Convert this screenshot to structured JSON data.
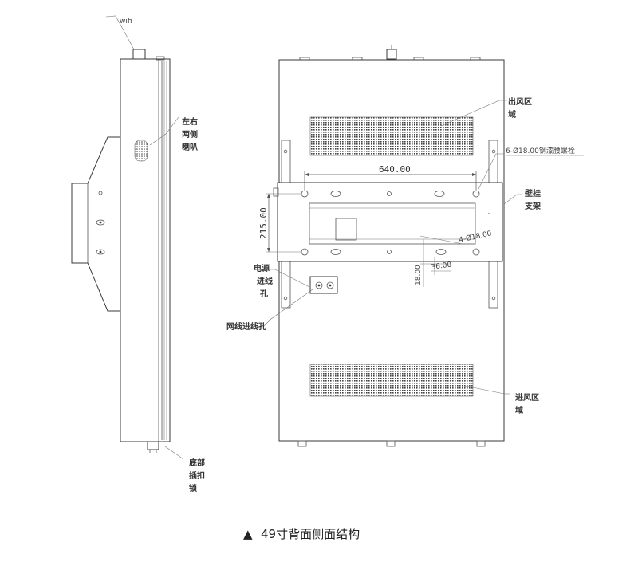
{
  "labels": {
    "wifi": "wifi",
    "speaker_line1": "左右",
    "speaker_line2": "两侧",
    "speaker_line3": "喇叭",
    "bottom_line1": "底部",
    "bottom_line2": "插扣",
    "bottom_line3": "锁",
    "outlet_line1": "出风区",
    "outlet_line2": "域",
    "screws": "6-Ø18.00钢漆腰螺栓",
    "bracket_line1": "壁挂",
    "bracket_line2": "支架",
    "power_line1": "电源",
    "power_line2": "进线",
    "power_line3": "孔",
    "network": "网线进线孔",
    "inlet_line1": "进风区",
    "inlet_line2": "域"
  },
  "dimensions": {
    "width_640": "640.00",
    "height_215": "215.00",
    "slot_418": "4-Ø18.00",
    "slot_36": "36.00",
    "slot_18": "18.00"
  },
  "caption": {
    "marker": "▲",
    "text": "49寸背面侧面结构"
  },
  "colors": {
    "line": "#3a3a3a",
    "grille": "#444444",
    "background": "#ffffff"
  }
}
